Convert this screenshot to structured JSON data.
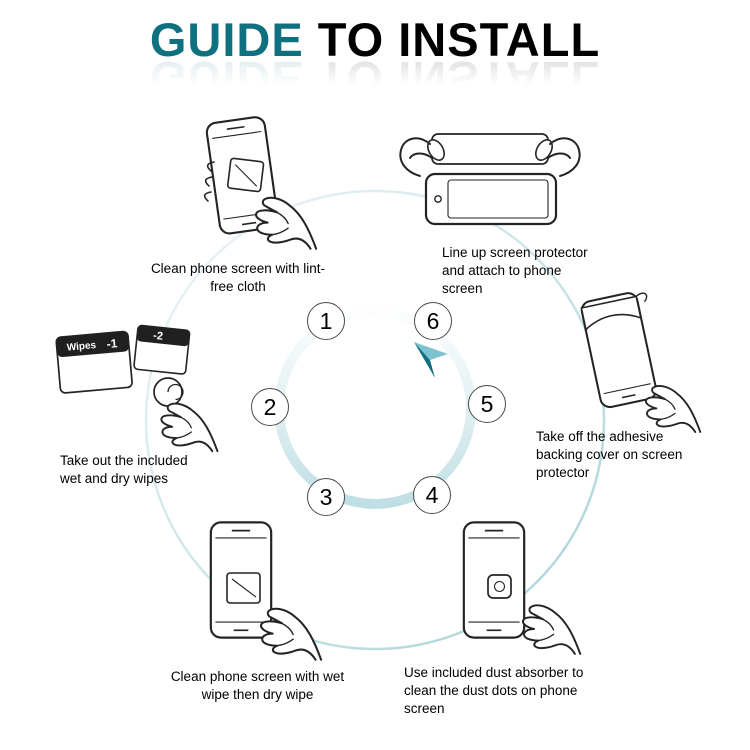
{
  "title": {
    "accent": "GUIDE",
    "rest": " TO INSTALL"
  },
  "colors": {
    "accent_teal": "#0f7180",
    "ring_light": "#a9d2d8",
    "inner_ring": "#bfdfe4",
    "arrow_dark": "#0f7083",
    "arrow_light": "#7cc3cf"
  },
  "steps": [
    {
      "num": "1",
      "caption": "Clean phone screen with lint-free cloth"
    },
    {
      "num": "2",
      "caption": "Take out the included wet and dry wipes"
    },
    {
      "num": "3",
      "caption": "Clean phone screen with wet wipe then dry wipe"
    },
    {
      "num": "4",
      "caption": "Use included dust absorber to clean the dust dots on phone screen"
    },
    {
      "num": "5",
      "caption": "Take off the adhesive backing cover on screen protector"
    },
    {
      "num": "6",
      "caption": "Line up screen protector and attach to phone screen"
    }
  ],
  "wipes": {
    "label": "Wipes",
    "tag1": "-1",
    "tag2": "-2"
  }
}
